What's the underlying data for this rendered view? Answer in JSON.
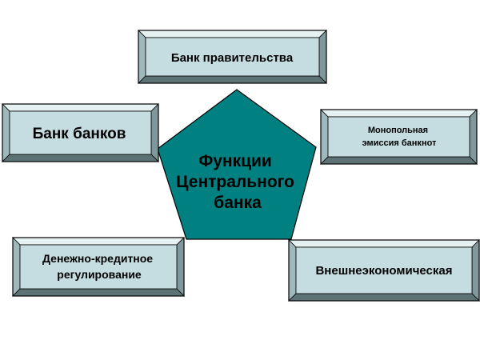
{
  "center": {
    "lines": [
      "Функции",
      "Центрального",
      "банка"
    ]
  },
  "boxes": [
    {
      "id": "bank-pravitelstva",
      "lines": [
        "Банк правительства"
      ]
    },
    {
      "id": "bank-bankov",
      "lines": [
        "Банк банков"
      ]
    },
    {
      "id": "monopolnaya-emissiya",
      "lines": [
        "Монопольная",
        "эмиссия банкнот"
      ]
    },
    {
      "id": "denezhno-kreditnoe",
      "lines": [
        "Денежно-кредитное",
        "регулирование"
      ]
    },
    {
      "id": "vneshneekonomicheskaya",
      "lines": [
        "Внешнеэкономическая"
      ]
    }
  ],
  "colors": {
    "pentagon_fill": "#008080",
    "box_face": "#c5dde0",
    "box_bevel_light": "#e6f1f2",
    "box_bevel_mid": "#9fb8bb",
    "box_bevel_dark": "#5c7275",
    "box_bevel_side": "#80989b",
    "outline": "#000000"
  }
}
